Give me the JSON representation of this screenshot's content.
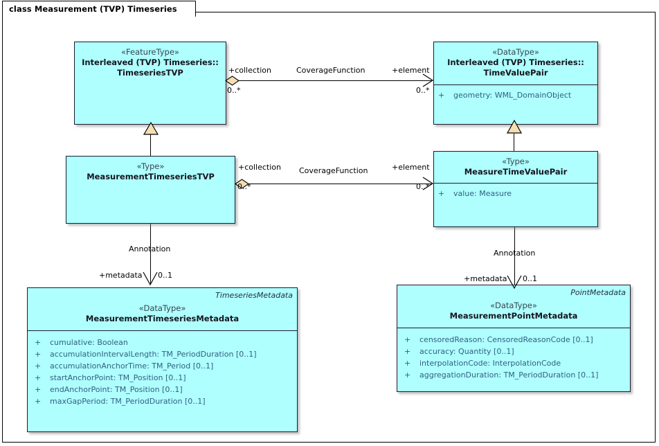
{
  "diagram": {
    "title": "class Measurement (TVP) Timeseries",
    "colors": {
      "class_fill": "#AFFFFF",
      "class_border": "#1a1a2e",
      "diamond_fill": "#F5DEB3",
      "triangle_fill": "#F5DEB3",
      "attribute_text": "#2f5f7f",
      "stereotype_text": "#36454f",
      "background": "#FFFFFF"
    }
  },
  "classes": {
    "timeseries_tvp": {
      "stereotype": "«FeatureType»",
      "name_line1": "Interleaved (TVP) Timeseries::",
      "name_line2": "TimeseriesTVP",
      "attributes": []
    },
    "time_value_pair": {
      "stereotype": "«DataType»",
      "name_line1": "Interleaved (TVP) Timeseries::",
      "name_line2": "TimeValuePair",
      "attributes": [
        {
          "visibility": "+",
          "text": "geometry: WML_DomainObject"
        }
      ]
    },
    "measurement_timeseries_tvp": {
      "stereotype": "«Type»",
      "name_line1": "MeasurementTimeseriesTVP",
      "name_line2": "",
      "attributes": []
    },
    "measure_time_value_pair": {
      "stereotype": "«Type»",
      "name_line1": "MeasureTimeValuePair",
      "name_line2": "",
      "attributes": [
        {
          "visibility": "+",
          "text": "value: Measure"
        }
      ]
    },
    "measurement_timeseries_metadata": {
      "corner_label": "TimeseriesMetadata",
      "stereotype": "«DataType»",
      "name_line1": "MeasurementTimeseriesMetadata",
      "name_line2": "",
      "attributes": [
        {
          "visibility": "+",
          "text": "cumulative: Boolean"
        },
        {
          "visibility": "+",
          "text": "accumulationIntervalLength: TM_PeriodDuration [0..1]"
        },
        {
          "visibility": "+",
          "text": "accumulationAnchorTime: TM_Period [0..1]"
        },
        {
          "visibility": "+",
          "text": "startAnchorPoint: TM_Position [0..1]"
        },
        {
          "visibility": "+",
          "text": "endAnchorPoint: TM_Position [0..1]"
        },
        {
          "visibility": "+",
          "text": "maxGapPeriod: TM_PeriodDuration [0..1]"
        }
      ]
    },
    "measurement_point_metadata": {
      "corner_label": "PointMetadata",
      "stereotype": "«DataType»",
      "name_line1": "MeasurementPointMetadata",
      "name_line2": "",
      "attributes": [
        {
          "visibility": "+",
          "text": "censoredReason: CensoredReasonCode [0..1]"
        },
        {
          "visibility": "+",
          "text": "accuracy: Quantity [0..1]"
        },
        {
          "visibility": "+",
          "text": "interpolationCode: InterpolationCode"
        },
        {
          "visibility": "+",
          "text": "aggregationDuration: TM_PeriodDuration [0..1]"
        }
      ]
    }
  },
  "connectors": {
    "coverage_top": {
      "name": "CoverageFunction",
      "source_role": "+collection",
      "source_mult": "0..*",
      "target_role": "+element",
      "target_mult": "0..*"
    },
    "coverage_bottom": {
      "name": "CoverageFunction",
      "source_role": "+collection",
      "source_mult": "0..*",
      "target_role": "+element",
      "target_mult": "0..*"
    },
    "annotation_left": {
      "name": "Annotation",
      "source_role": "+metadata",
      "target_mult": "0..1"
    },
    "annotation_right": {
      "name": "Annotation",
      "source_role": "+metadata",
      "target_mult": "0..1"
    }
  }
}
